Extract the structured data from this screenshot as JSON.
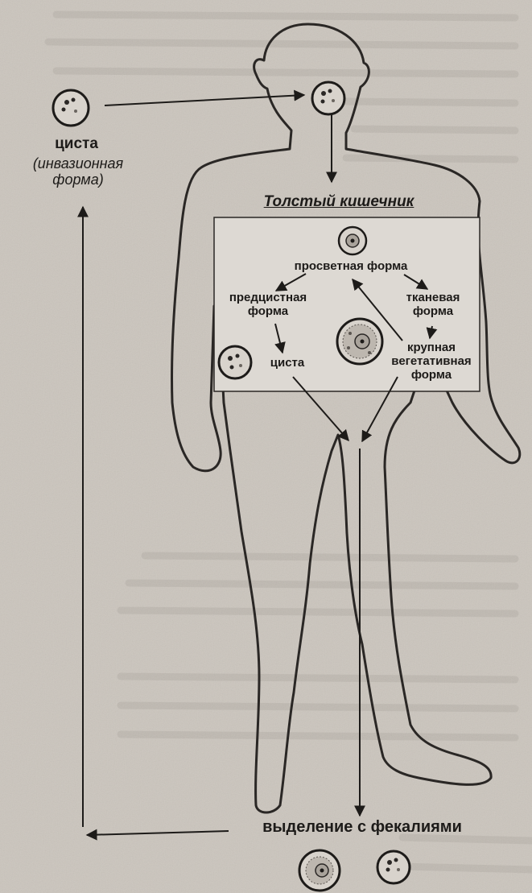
{
  "labels": {
    "cyst_top": "циста",
    "invasive_form": "(инвазионная форма)",
    "large_intestine": "Толстый кишечник",
    "luminal_form": "просветная форма",
    "precystic_form": "предцистная форма",
    "tissue_form": "тканевая форма",
    "large_vegetative_form": "крупная вегетативная форма",
    "cyst_inner": "циста",
    "excretion": "выделение с фекалиями"
  },
  "colors": {
    "paper": "#c9c3bb",
    "ink": "#1d1b19",
    "body_outline": "#2a2725",
    "box_fill": "#ddd9d3",
    "cell_fill": "#d8d3cc",
    "cell_inner": "#a9a39b"
  }
}
